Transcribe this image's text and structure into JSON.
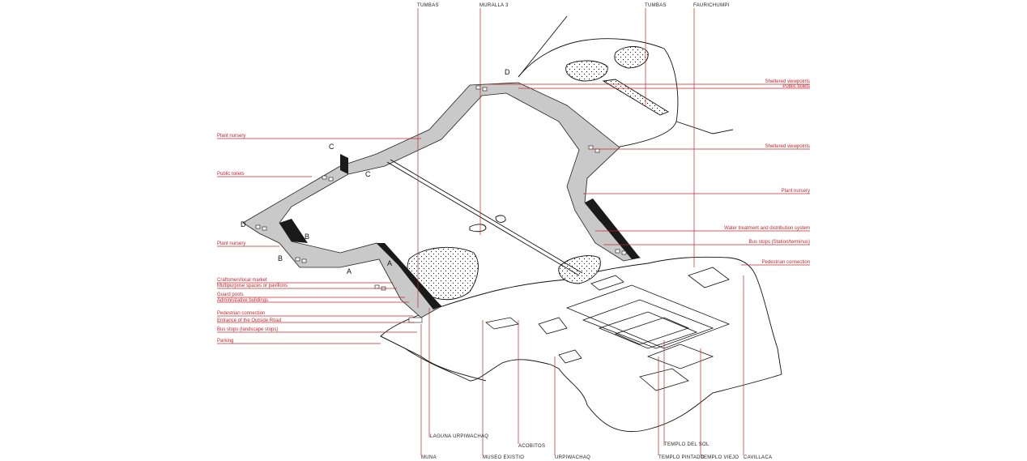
{
  "top_labels": [
    "TUMBAS",
    "MURALLA 3",
    "TUMBAS",
    "FAURICHUMPI"
  ],
  "right_labels": [
    "Sheltered viewpoints",
    "Public toilets",
    "Sheltered viewpoints",
    "Plant nursery",
    "Water treatment and distribution system",
    "Bus stops (Station/terminus)",
    "Pedestrian connection"
  ],
  "left_labels": [
    "Plant nursery",
    "Public toilets",
    "Plant nursery",
    "Craftsmen/local market",
    "Multipurpose spaces or pavilions",
    "Guard posts",
    "Administrative buildings",
    "Pedestrian connection",
    "Entrance of the Outside Road",
    "Bus stops (landscape stops)",
    "Parking"
  ],
  "bottom_labels": [
    "LAGUNA URPIWACHAQ",
    "MUNA",
    "MUSEO EXISTIO",
    "ACOBITOS",
    "URPIWACHAQ",
    "TEMPLO DEL SOL",
    "TEMPLO PINTADO",
    "TEMPLO VIEJO",
    "CAVILLACA"
  ],
  "section_marks": [
    "A",
    "A",
    "B",
    "B",
    "C",
    "C",
    "D",
    "D"
  ],
  "colors": {
    "accent_red": "#c1272d",
    "wall_gray": "#c9c9c9",
    "ink": "#111111"
  }
}
